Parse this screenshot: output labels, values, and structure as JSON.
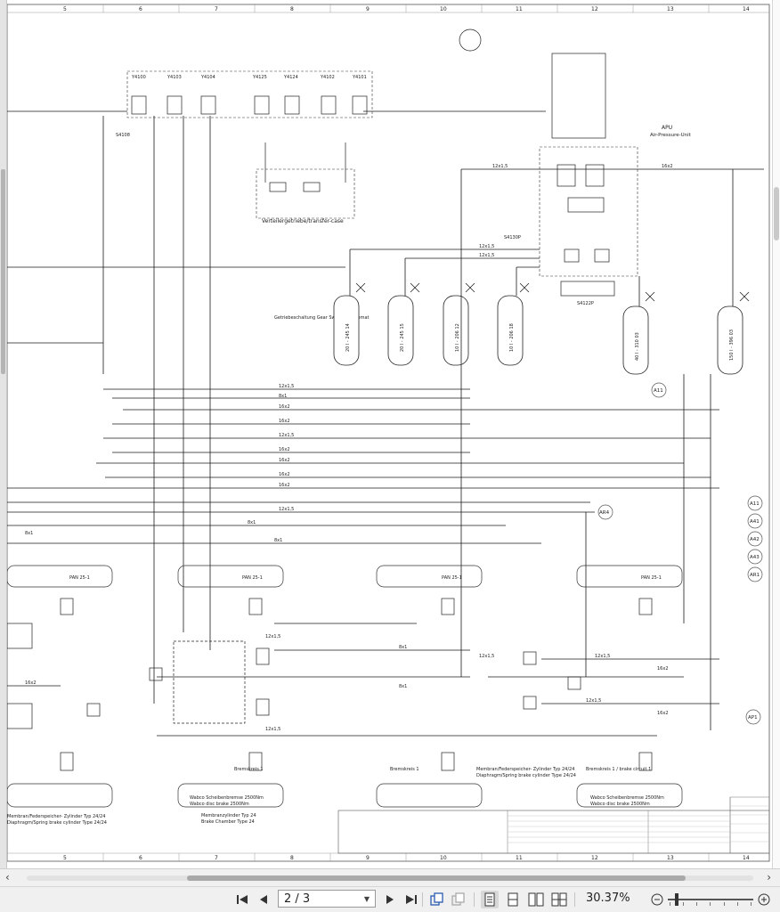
{
  "toolbar": {
    "page_indicator": "2 / 3",
    "zoom_level": "30.37%",
    "icons": [
      "first-page-icon",
      "prev-page-icon",
      "next-page-icon",
      "last-page-icon",
      "rotate-ccw-icon",
      "rotate-cw-icon",
      "single-page-icon",
      "continuous-page-icon",
      "two-page-icon",
      "two-page-continuous-icon",
      "zoom-out-icon",
      "zoom-in-icon"
    ]
  },
  "schematic": {
    "col_numbers_top": [
      "5",
      "6",
      "7",
      "8",
      "9",
      "10",
      "11",
      "12",
      "13",
      "14"
    ],
    "col_numbers_bottom": [
      "5",
      "6",
      "7",
      "8",
      "9",
      "10",
      "11",
      "12",
      "13",
      "14"
    ],
    "valve_ids": [
      "Y4100",
      "Y4103",
      "Y4104",
      "Y4125",
      "Y4124",
      "Y4102",
      "Y4101"
    ],
    "transfer_case_label": "Verteilergetriebe/transfer-case",
    "apu_label": "APU",
    "air_pressure_unit_label": "Air-Pressure-Unit",
    "tank_labels": [
      "20 l - 245 14",
      "20 l - 245 15",
      "10 l - 206 12",
      "10 l - 206 18",
      "40 l - 310 03",
      "150 l - 396 03"
    ],
    "brake_labels": [
      "PAN 25-1",
      "PAN 25-1",
      "PAN 25-1",
      "PAN 25-1"
    ],
    "circuit_refs": [
      "A11",
      "A41",
      "A42",
      "A43",
      "AR1"
    ],
    "side_refs": [
      "AR4",
      "A11",
      "AP1"
    ],
    "brake_circuit_1": "Bremskreis 1",
    "brake_circuit_2": "Bremskreis 1 / brake circuit 1",
    "disc_brake": "Wabco Scheibenbremse 2500Nm",
    "disc_brake_en": "Wabco disc brake 2500Nm",
    "brake_chamber": "Membranzylinder Typ 24",
    "brake_chamber_en": "Brake Chamber Type 24",
    "spring_brake": "Membran/Federspeicher- Zylinder Typ 24/24",
    "spring_brake_en": "Diaphragm/Spring brake cylinder Type 24/24",
    "pipe_8x1": "8x1",
    "pipe_12x15": "12x1,5",
    "pipe_16x2": "16x2",
    "switch_label": "S4108",
    "switch_label_2": "S4122P",
    "switch_label_3": "S4130P",
    "gear_switch": "Getriebeschaltung Gear Switch ZF-Ecomat"
  },
  "colors": {
    "line": "#1a1a1a",
    "grid": "#b0b0b0",
    "toolbar_bg": "#f0f0f0"
  }
}
